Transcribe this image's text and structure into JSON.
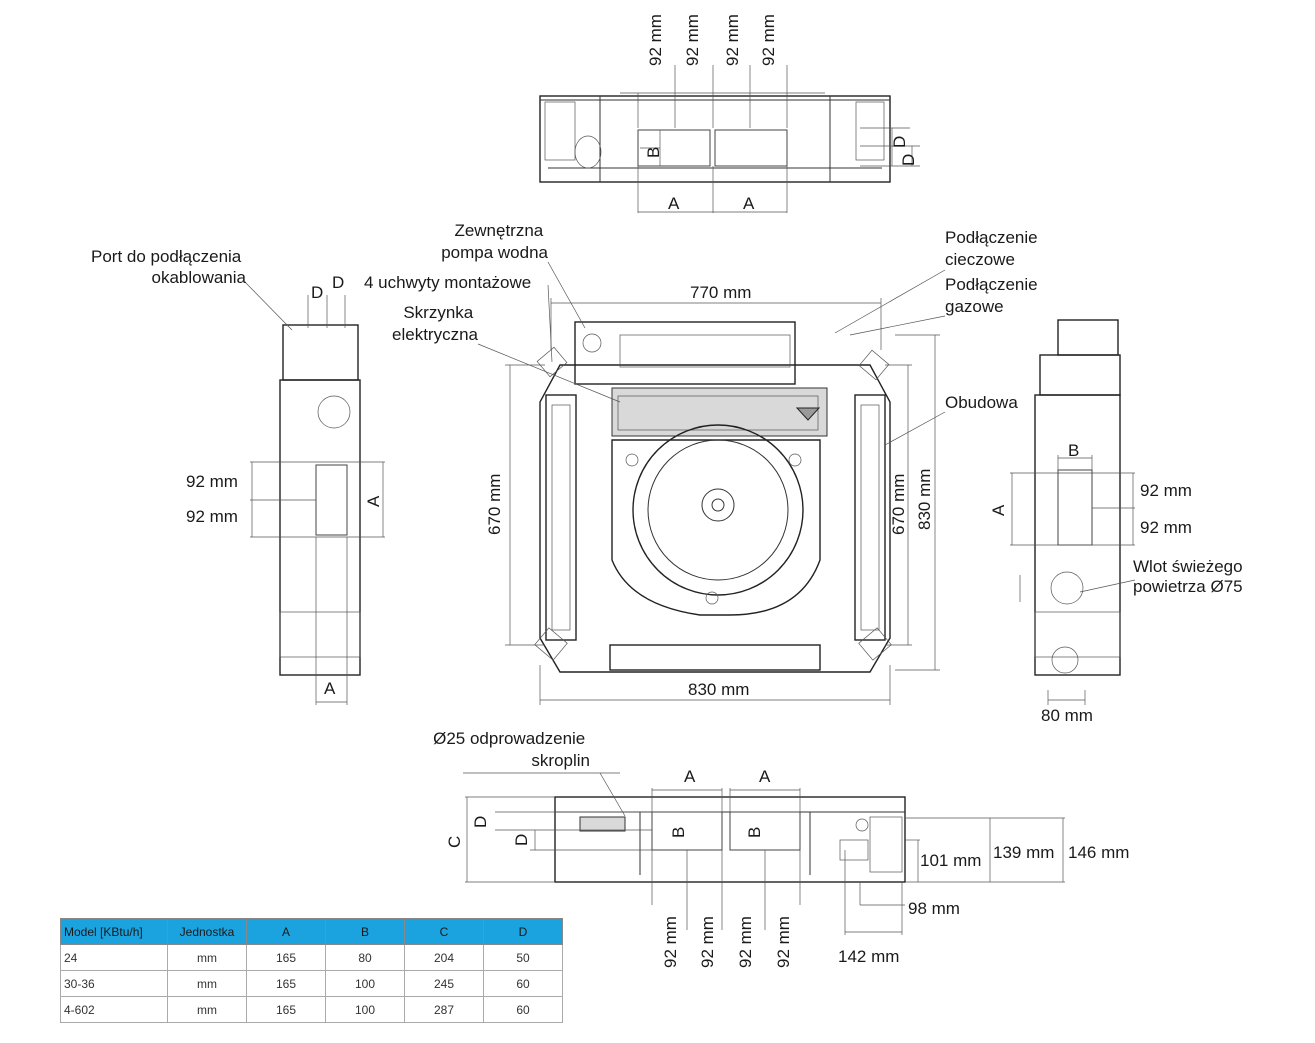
{
  "labels": {
    "top_dim_1": "92 mm",
    "top_dim_2": "92 mm",
    "top_dim_3": "92 mm",
    "top_dim_4": "92 mm",
    "top_B": "B",
    "top_A1": "A",
    "top_A2": "A",
    "top_D1": "D",
    "top_D2": "D",
    "external_pump": "Zewnętrzna\npompa wodna",
    "mounting_handles": "4 uchwyty montażowe",
    "electric_box": "Skrzynka\nelektryczna",
    "wiring_port": "Port do podłączenia\nokablowania",
    "left_D1": "D",
    "left_D2": "D",
    "left_92_1": "92 mm",
    "left_92_2": "92 mm",
    "left_A_side": "A",
    "left_A_bottom": "A",
    "dim_770": "770 mm",
    "dim_670": "670 mm",
    "dim_670_r": "670 mm",
    "dim_830_r": "830 mm",
    "dim_830_bottom": "830 mm",
    "liquid_conn": "Podłączenie\ncieczowe",
    "gas_conn": "Podłączenie\ngazowe",
    "housing": "Obudowa",
    "right_B": "B",
    "right_A": "A",
    "right_92_1": "92 mm",
    "right_92_2": "92 mm",
    "fresh_air": "Wlot świeżego\npowietrza Ø75",
    "right_80": "80 mm",
    "drain": "Ø25 odprowadzenie\nskroplin",
    "bot_A1": "A",
    "bot_A2": "A",
    "bot_B1": "B",
    "bot_B2": "B",
    "bot_C": "C",
    "bot_D1": "D",
    "bot_D2": "D",
    "bot_101": "101 mm",
    "bot_139": "139 mm",
    "bot_146": "146 mm",
    "bot_98": "98 mm",
    "bot_142": "142 mm",
    "bot_92_1": "92 mm",
    "bot_92_2": "92 mm",
    "bot_92_3": "92 mm",
    "bot_92_4": "92 mm"
  },
  "table": {
    "headers": [
      "Model [KBtu/h]",
      "Jednostka",
      "A",
      "B",
      "C",
      "D"
    ],
    "rows": [
      [
        "24",
        "mm",
        "165",
        "80",
        "204",
        "50"
      ],
      [
        "30-36",
        "mm",
        "165",
        "100",
        "245",
        "60"
      ],
      [
        "4-602",
        "mm",
        "165",
        "100",
        "287",
        "60"
      ]
    ]
  },
  "colors": {
    "table_header": "#1aa3df",
    "line": "#333333"
  }
}
